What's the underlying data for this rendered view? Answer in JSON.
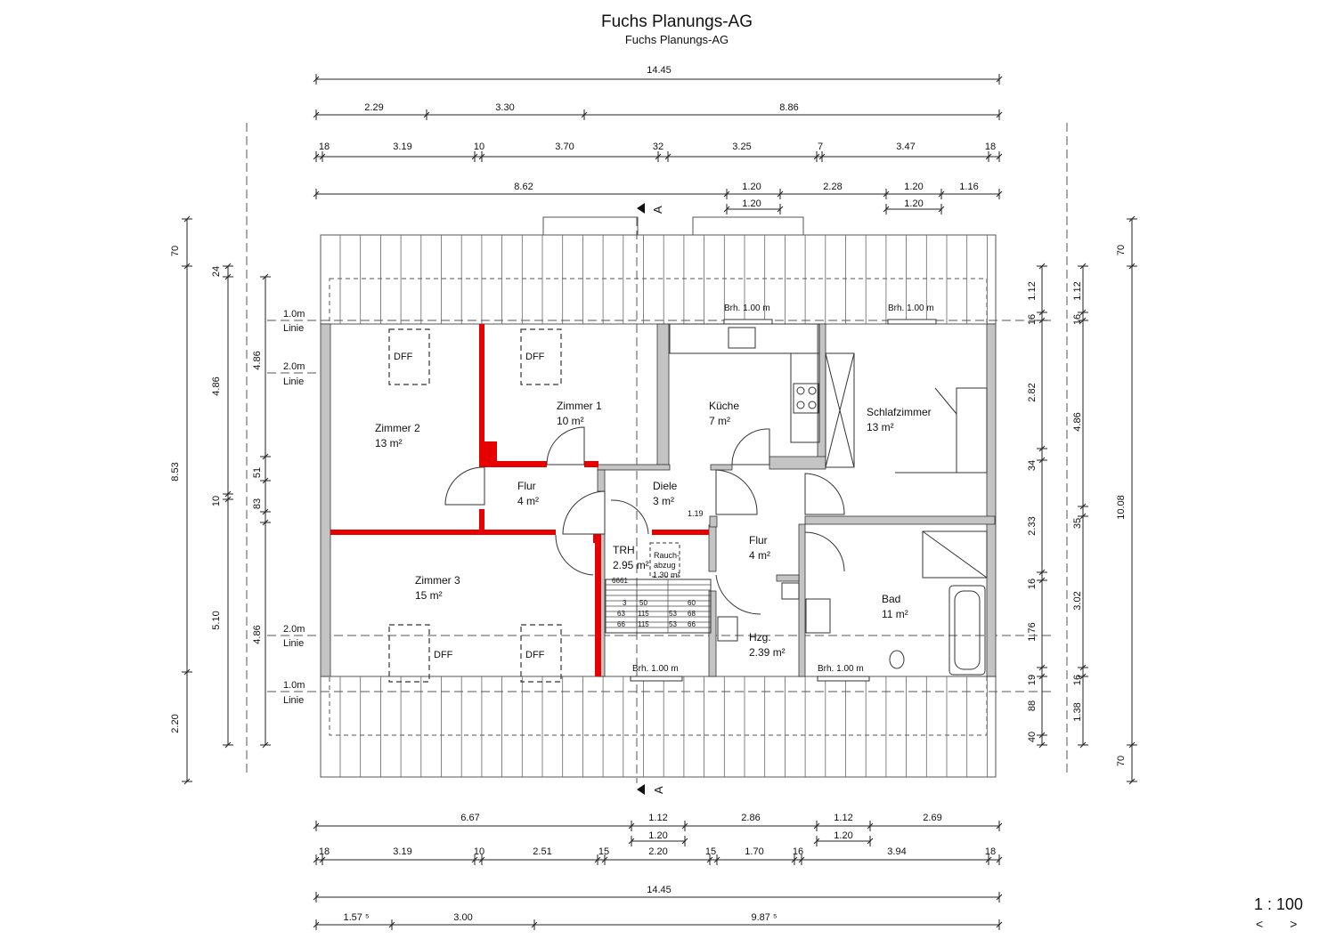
{
  "title": "Fuchs Planungs-AG",
  "subtitle": "Fuchs Planungs-AG",
  "scale": "1 : 100",
  "nav": {
    "prev": "<",
    "next": ">"
  },
  "section_marker": "A",
  "rooms": [
    {
      "name": "Zimmer 2",
      "area": "13 m²"
    },
    {
      "name": "Zimmer 1",
      "area": "10 m²"
    },
    {
      "name": "Küche",
      "area": "7 m²"
    },
    {
      "name": "Schlafzimmer",
      "area": "13 m²"
    },
    {
      "name": "Flur",
      "area": "4 m²"
    },
    {
      "name": "Diele",
      "area": "3 m²"
    },
    {
      "name": "Flur",
      "area": "4 m²"
    },
    {
      "name": "Zimmer 3",
      "area": "15 m²"
    },
    {
      "name": "TRH",
      "area": "2.95 m²"
    },
    {
      "name": "Bad",
      "area": "11 m²"
    },
    {
      "name": "Hzg.",
      "area": "2.39 m²"
    }
  ],
  "labels": {
    "dff": "DFF",
    "rauchabzug_1": "Rauch-",
    "rauchabzug_2": "abzug",
    "rauchabzug_area": "1.30 m²",
    "brh": "Brh. 1.00 m",
    "line_1m": "1.0m",
    "line_2m": "2.0m",
    "linie": "Linie",
    "diele_dim": "1.19"
  },
  "dims_top": {
    "row1": [
      "14.45"
    ],
    "row2": [
      "2.29",
      "3.30",
      "8.86"
    ],
    "row3": [
      "18",
      "3.19",
      "10",
      "3.70",
      "32",
      "3.25",
      "7",
      "3.47",
      "18"
    ],
    "row4": [
      "8.62",
      "1.20",
      "2.28",
      "1.20",
      "1.16"
    ],
    "row4b": [
      "1.20",
      "1.20"
    ]
  },
  "dims_bottom": {
    "row1": [
      "6.67",
      "1.12",
      "2.86",
      "1.12",
      "2.69"
    ],
    "row1b": [
      "1.20",
      "1.20"
    ],
    "row2": [
      "18",
      "3.19",
      "10",
      "2.51",
      "15",
      "2.20",
      "15",
      "1.70",
      "16",
      "3.94",
      "18"
    ],
    "row3": [
      "14.45"
    ],
    "row4": [
      "1.57 ⁵",
      "3.00",
      "9.87 ⁵"
    ]
  },
  "dims_left": {
    "outer": [
      "70",
      "8.53",
      "2.20"
    ],
    "mid": [
      "24",
      "4.86",
      "10",
      "5.10"
    ],
    "inner": [
      "4.86",
      "51",
      "83",
      "4.86"
    ]
  },
  "dims_right": {
    "inner": [
      "1.12",
      "16",
      "2.82",
      "34",
      "2.33",
      "16",
      "1.76",
      "19",
      "88",
      "40"
    ],
    "mid": [
      "1.12",
      "16",
      "4.86",
      "35",
      "3.02",
      "16",
      "1.38"
    ],
    "outer": [
      "70",
      "10.08",
      "70"
    ]
  },
  "stair_numbers": [
    "66",
    "61",
    "3",
    "50",
    "60",
    "63",
    "115",
    "53",
    "68",
    "66",
    "115",
    "53",
    "66"
  ],
  "colors": {
    "wall": "#c4c4c4",
    "new_wall": "#e60000",
    "line": "#222222",
    "roof": "#555555"
  }
}
